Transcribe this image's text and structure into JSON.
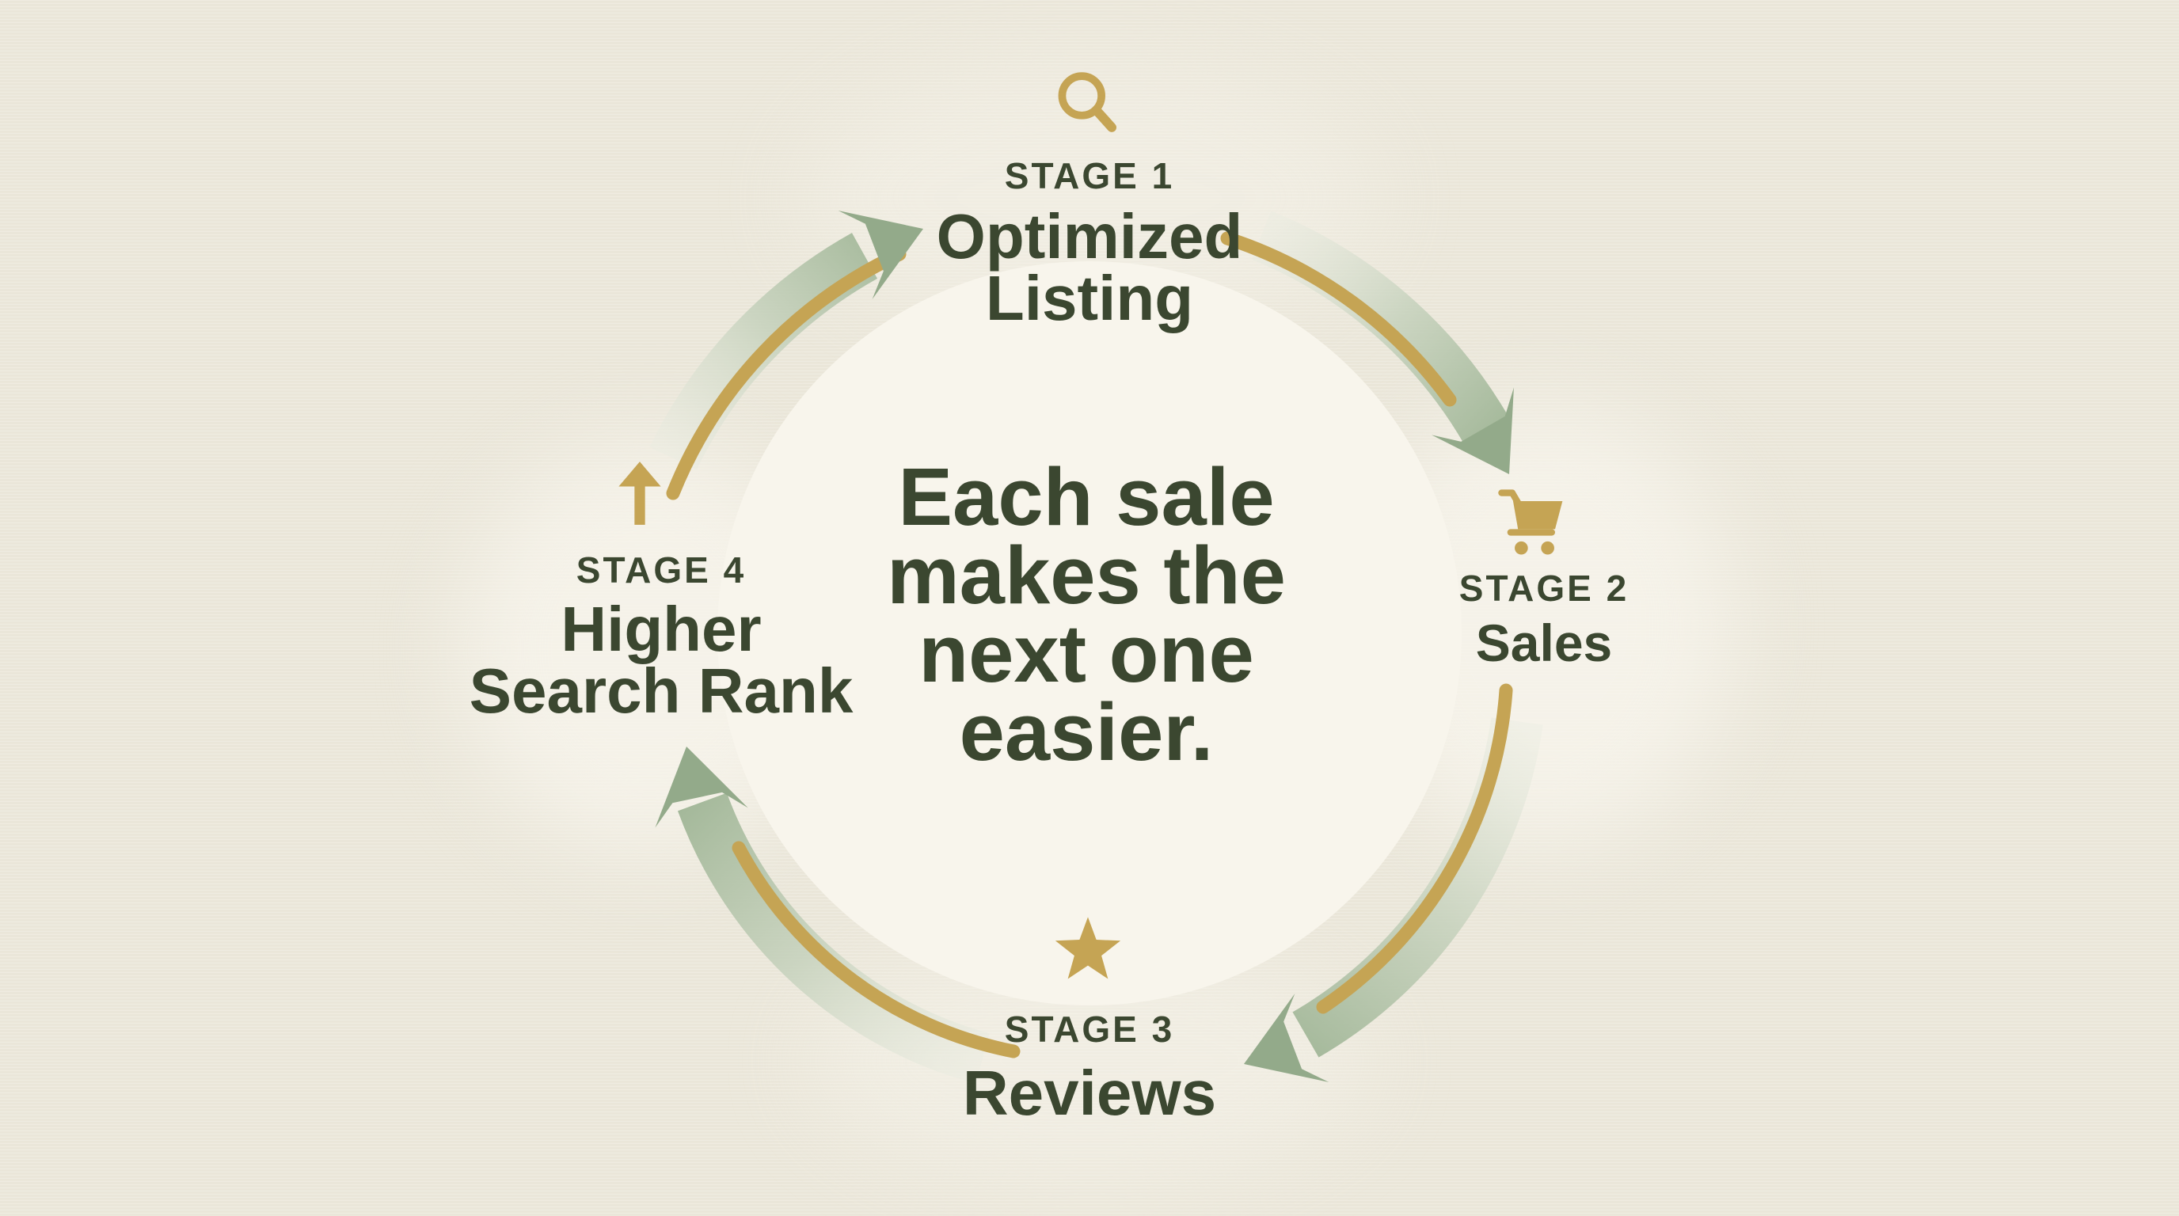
{
  "diagram": {
    "type": "cycle",
    "description_icons": [
      "magnifier-search-icon",
      "shopping-cart-icon",
      "star-icon",
      "arrow-up-icon"
    ],
    "arrows": [
      "arrow-stage1-to-stage2",
      "arrow-stage2-to-stage3",
      "arrow-stage3-to-stage4",
      "arrow-stage4-to-stage1"
    ]
  },
  "center_text": {
    "line1": "Each sale",
    "line2": "makes the",
    "line3": "next one",
    "line4": "easier."
  },
  "stages": [
    {
      "label": "STAGE 1",
      "name_line1": "Optimized",
      "name_line2": "Listing",
      "icon": "magnifier-search-icon"
    },
    {
      "label": "STAGE 2",
      "name_line1": "Sales",
      "name_line2": "",
      "icon": "shopping-cart-icon"
    },
    {
      "label": "STAGE 3",
      "name_line1": "Reviews",
      "name_line2": "",
      "icon": "star-icon"
    },
    {
      "label": "STAGE 4",
      "name_line1": "Higher",
      "name_line2": "Search Rank",
      "icon": "arrow-up-icon"
    }
  ],
  "colors": {
    "background": "#ebe7da",
    "circle": "#f8f5ec",
    "text_green": "#3b4730",
    "gold": "#c5a454",
    "sage": "#9ab190",
    "sage_deep": "#93aa8a"
  }
}
